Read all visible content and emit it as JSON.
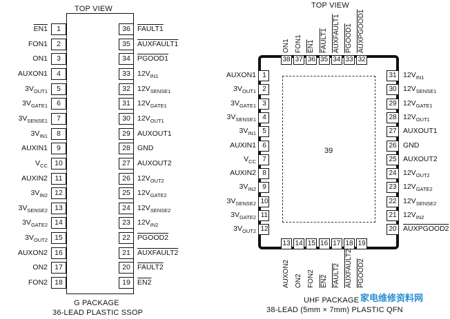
{
  "ssop": {
    "top_view": "TOP VIEW",
    "package": "G PACKAGE",
    "package_desc": "36-LEAD PLASTIC SSOP",
    "left_pins": [
      {
        "num": "1",
        "name": "EN1",
        "over": true
      },
      {
        "num": "2",
        "name": "FON1",
        "over": false
      },
      {
        "num": "3",
        "name": "ON1",
        "over": false
      },
      {
        "num": "4",
        "name": "AUXON1",
        "over": false
      },
      {
        "num": "5",
        "name": "3VOUT1",
        "over": false
      },
      {
        "num": "6",
        "name": "3VGATE1",
        "over": false
      },
      {
        "num": "7",
        "name": "3VSENSE1",
        "over": false
      },
      {
        "num": "8",
        "name": "3VIN1",
        "over": false
      },
      {
        "num": "9",
        "name": "AUXIN1",
        "over": false
      },
      {
        "num": "10",
        "name": "VCC",
        "over": false
      },
      {
        "num": "11",
        "name": "AUXIN2",
        "over": false
      },
      {
        "num": "12",
        "name": "3VIN2",
        "over": false
      },
      {
        "num": "13",
        "name": "3VSENSE2",
        "over": false
      },
      {
        "num": "14",
        "name": "3VGATE2",
        "over": false
      },
      {
        "num": "15",
        "name": "3VOUT2",
        "over": false
      },
      {
        "num": "16",
        "name": "AUXON2",
        "over": false
      },
      {
        "num": "17",
        "name": "ON2",
        "over": false
      },
      {
        "num": "18",
        "name": "FON2",
        "over": false
      }
    ],
    "right_pins": [
      {
        "num": "36",
        "name": "FAULT1",
        "over": true
      },
      {
        "num": "35",
        "name": "AUXFAULT1",
        "over": true
      },
      {
        "num": "34",
        "name": "PGOOD1",
        "over": true
      },
      {
        "num": "33",
        "name": "12VIN1",
        "over": false
      },
      {
        "num": "32",
        "name": "12VSENSE1",
        "over": false
      },
      {
        "num": "31",
        "name": "12VGATE1",
        "over": false
      },
      {
        "num": "30",
        "name": "12VOUT1",
        "over": false
      },
      {
        "num": "29",
        "name": "AUXOUT1",
        "over": false
      },
      {
        "num": "28",
        "name": "GND",
        "over": false
      },
      {
        "num": "27",
        "name": "AUXOUT2",
        "over": false
      },
      {
        "num": "26",
        "name": "12VOUT2",
        "over": false
      },
      {
        "num": "25",
        "name": "12VGATE2",
        "over": false
      },
      {
        "num": "24",
        "name": "12VSENSE2",
        "over": false
      },
      {
        "num": "23",
        "name": "12VIN2",
        "over": false
      },
      {
        "num": "22",
        "name": "PGOOD2",
        "over": true
      },
      {
        "num": "21",
        "name": "AUXFAULT2",
        "over": true
      },
      {
        "num": "20",
        "name": "FAULT2",
        "over": true
      },
      {
        "num": "19",
        "name": "EN2",
        "over": true
      }
    ]
  },
  "qfn": {
    "top_view": "TOP VIEW",
    "package": "UHF PACKAGE",
    "package_desc": "38-LEAD (5mm × 7mm) PLASTIC QFN",
    "center_pad": "39",
    "left_pins": [
      {
        "num": "1",
        "name": "AUXON1"
      },
      {
        "num": "2",
        "name": "3VOUT1"
      },
      {
        "num": "3",
        "name": "3VGATE1"
      },
      {
        "num": "4",
        "name": "3VSENSE1"
      },
      {
        "num": "5",
        "name": "3VIN1"
      },
      {
        "num": "6",
        "name": "AUXIN1"
      },
      {
        "num": "7",
        "name": "VCC"
      },
      {
        "num": "8",
        "name": "AUXIN2"
      },
      {
        "num": "9",
        "name": "3VIN2"
      },
      {
        "num": "10",
        "name": "3VSENSE2"
      },
      {
        "num": "11",
        "name": "3VGATE2"
      },
      {
        "num": "12",
        "name": "3VOUT2"
      }
    ],
    "right_pins": [
      {
        "num": "31",
        "name": "12VIN1"
      },
      {
        "num": "30",
        "name": "12VSENSE1"
      },
      {
        "num": "29",
        "name": "12VGATE1"
      },
      {
        "num": "28",
        "name": "12VOUT1"
      },
      {
        "num": "27",
        "name": "AUXOUT1"
      },
      {
        "num": "26",
        "name": "GND"
      },
      {
        "num": "25",
        "name": "AUXOUT2"
      },
      {
        "num": "24",
        "name": "12VOUT2"
      },
      {
        "num": "23",
        "name": "12VGATE2"
      },
      {
        "num": "22",
        "name": "12VSENSE2"
      },
      {
        "num": "21",
        "name": "12VIN2"
      },
      {
        "num": "20",
        "name": "AUXPGOOD2"
      }
    ],
    "top_pins": [
      {
        "num": "38",
        "name": "ON1"
      },
      {
        "num": "37",
        "name": "FON1"
      },
      {
        "num": "36",
        "name": "EN1"
      },
      {
        "num": "35",
        "name": "FAULT1"
      },
      {
        "num": "34",
        "name": "AUXFAULT1"
      },
      {
        "num": "33",
        "name": "PGOOD1"
      },
      {
        "num": "32",
        "name": "AUXPGOOD1"
      }
    ],
    "bottom_pins": [
      {
        "num": "13",
        "name": "AUXON2"
      },
      {
        "num": "14",
        "name": "ON2"
      },
      {
        "num": "15",
        "name": "FON2"
      },
      {
        "num": "16",
        "name": "EN2"
      },
      {
        "num": "17",
        "name": "FAULT2"
      },
      {
        "num": "18",
        "name": "AUXFAULT2"
      },
      {
        "num": "19",
        "name": "PGOOD2"
      }
    ]
  },
  "watermark": "家电维修资料网"
}
